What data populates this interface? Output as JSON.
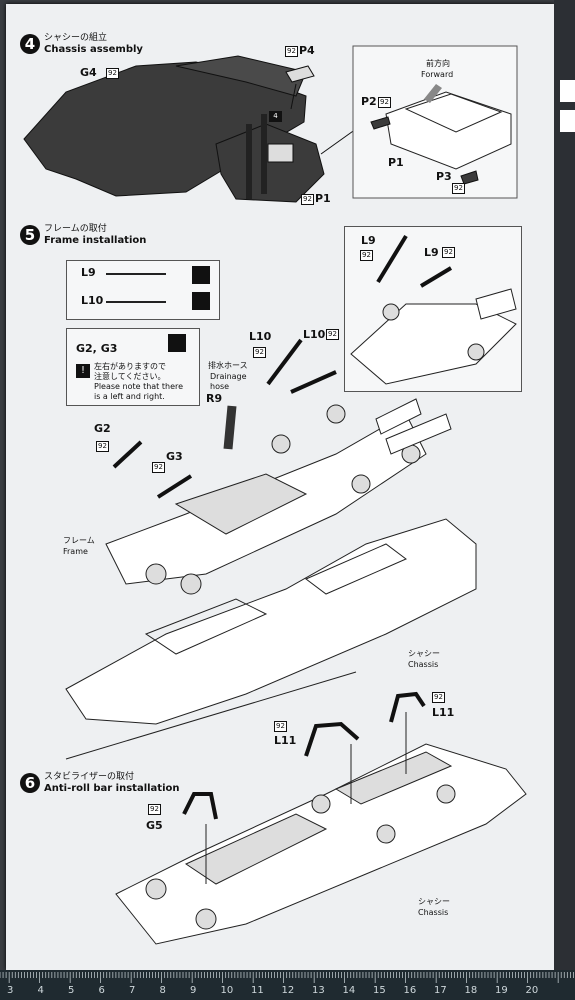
{
  "steps": [
    {
      "num": "4",
      "jp": "シャシーの組立",
      "en": "Chassis assembly"
    },
    {
      "num": "5",
      "jp": "フレームの取付",
      "en": "Frame installation"
    },
    {
      "num": "6",
      "jp": "スタビライザーの取付",
      "en": "Anti-roll bar installation"
    }
  ],
  "labels": {
    "g4": "G4",
    "p4": "P4",
    "p1a": "P1",
    "p2": "P2",
    "p1b": "P1",
    "p3": "P3",
    "four": "4",
    "forward_jp": "前方向",
    "forward_en": "Forward",
    "l9a": "L9",
    "l10a": "L10",
    "l9b": "L9",
    "l9c": "L9",
    "g2g3": "G2, G3",
    "l10b": "L10",
    "l10c": "L10",
    "drain_jp": "排水ホース",
    "drain_en1": "Drainage",
    "drain_en2": "hose",
    "r9": "R9",
    "g2": "G2",
    "g3": "G3",
    "frame_jp": "フレーム",
    "frame_en": "Frame",
    "chassis_jp": "シャシー",
    "chassis_en": "Chassis",
    "l11a": "L11",
    "l11b": "L11",
    "g5": "G5",
    "chassis2_jp": "シャシー",
    "chassis2_en": "Chassis",
    "note_jp1": "左右がありますので",
    "note_jp2": "注意してください。",
    "note_en1": "Please note that there",
    "note_en2": "is a left and right."
  },
  "glue_marker": "92",
  "ruler": [
    "3",
    "4",
    "5",
    "6",
    "7",
    "8",
    "9",
    "10",
    "11",
    "12",
    "13",
    "14",
    "15",
    "16",
    "17",
    "18",
    "19",
    "20"
  ],
  "colors": {
    "part_dark": "#3b3b3b",
    "line": "#222222",
    "paper": "#eef0f2"
  }
}
